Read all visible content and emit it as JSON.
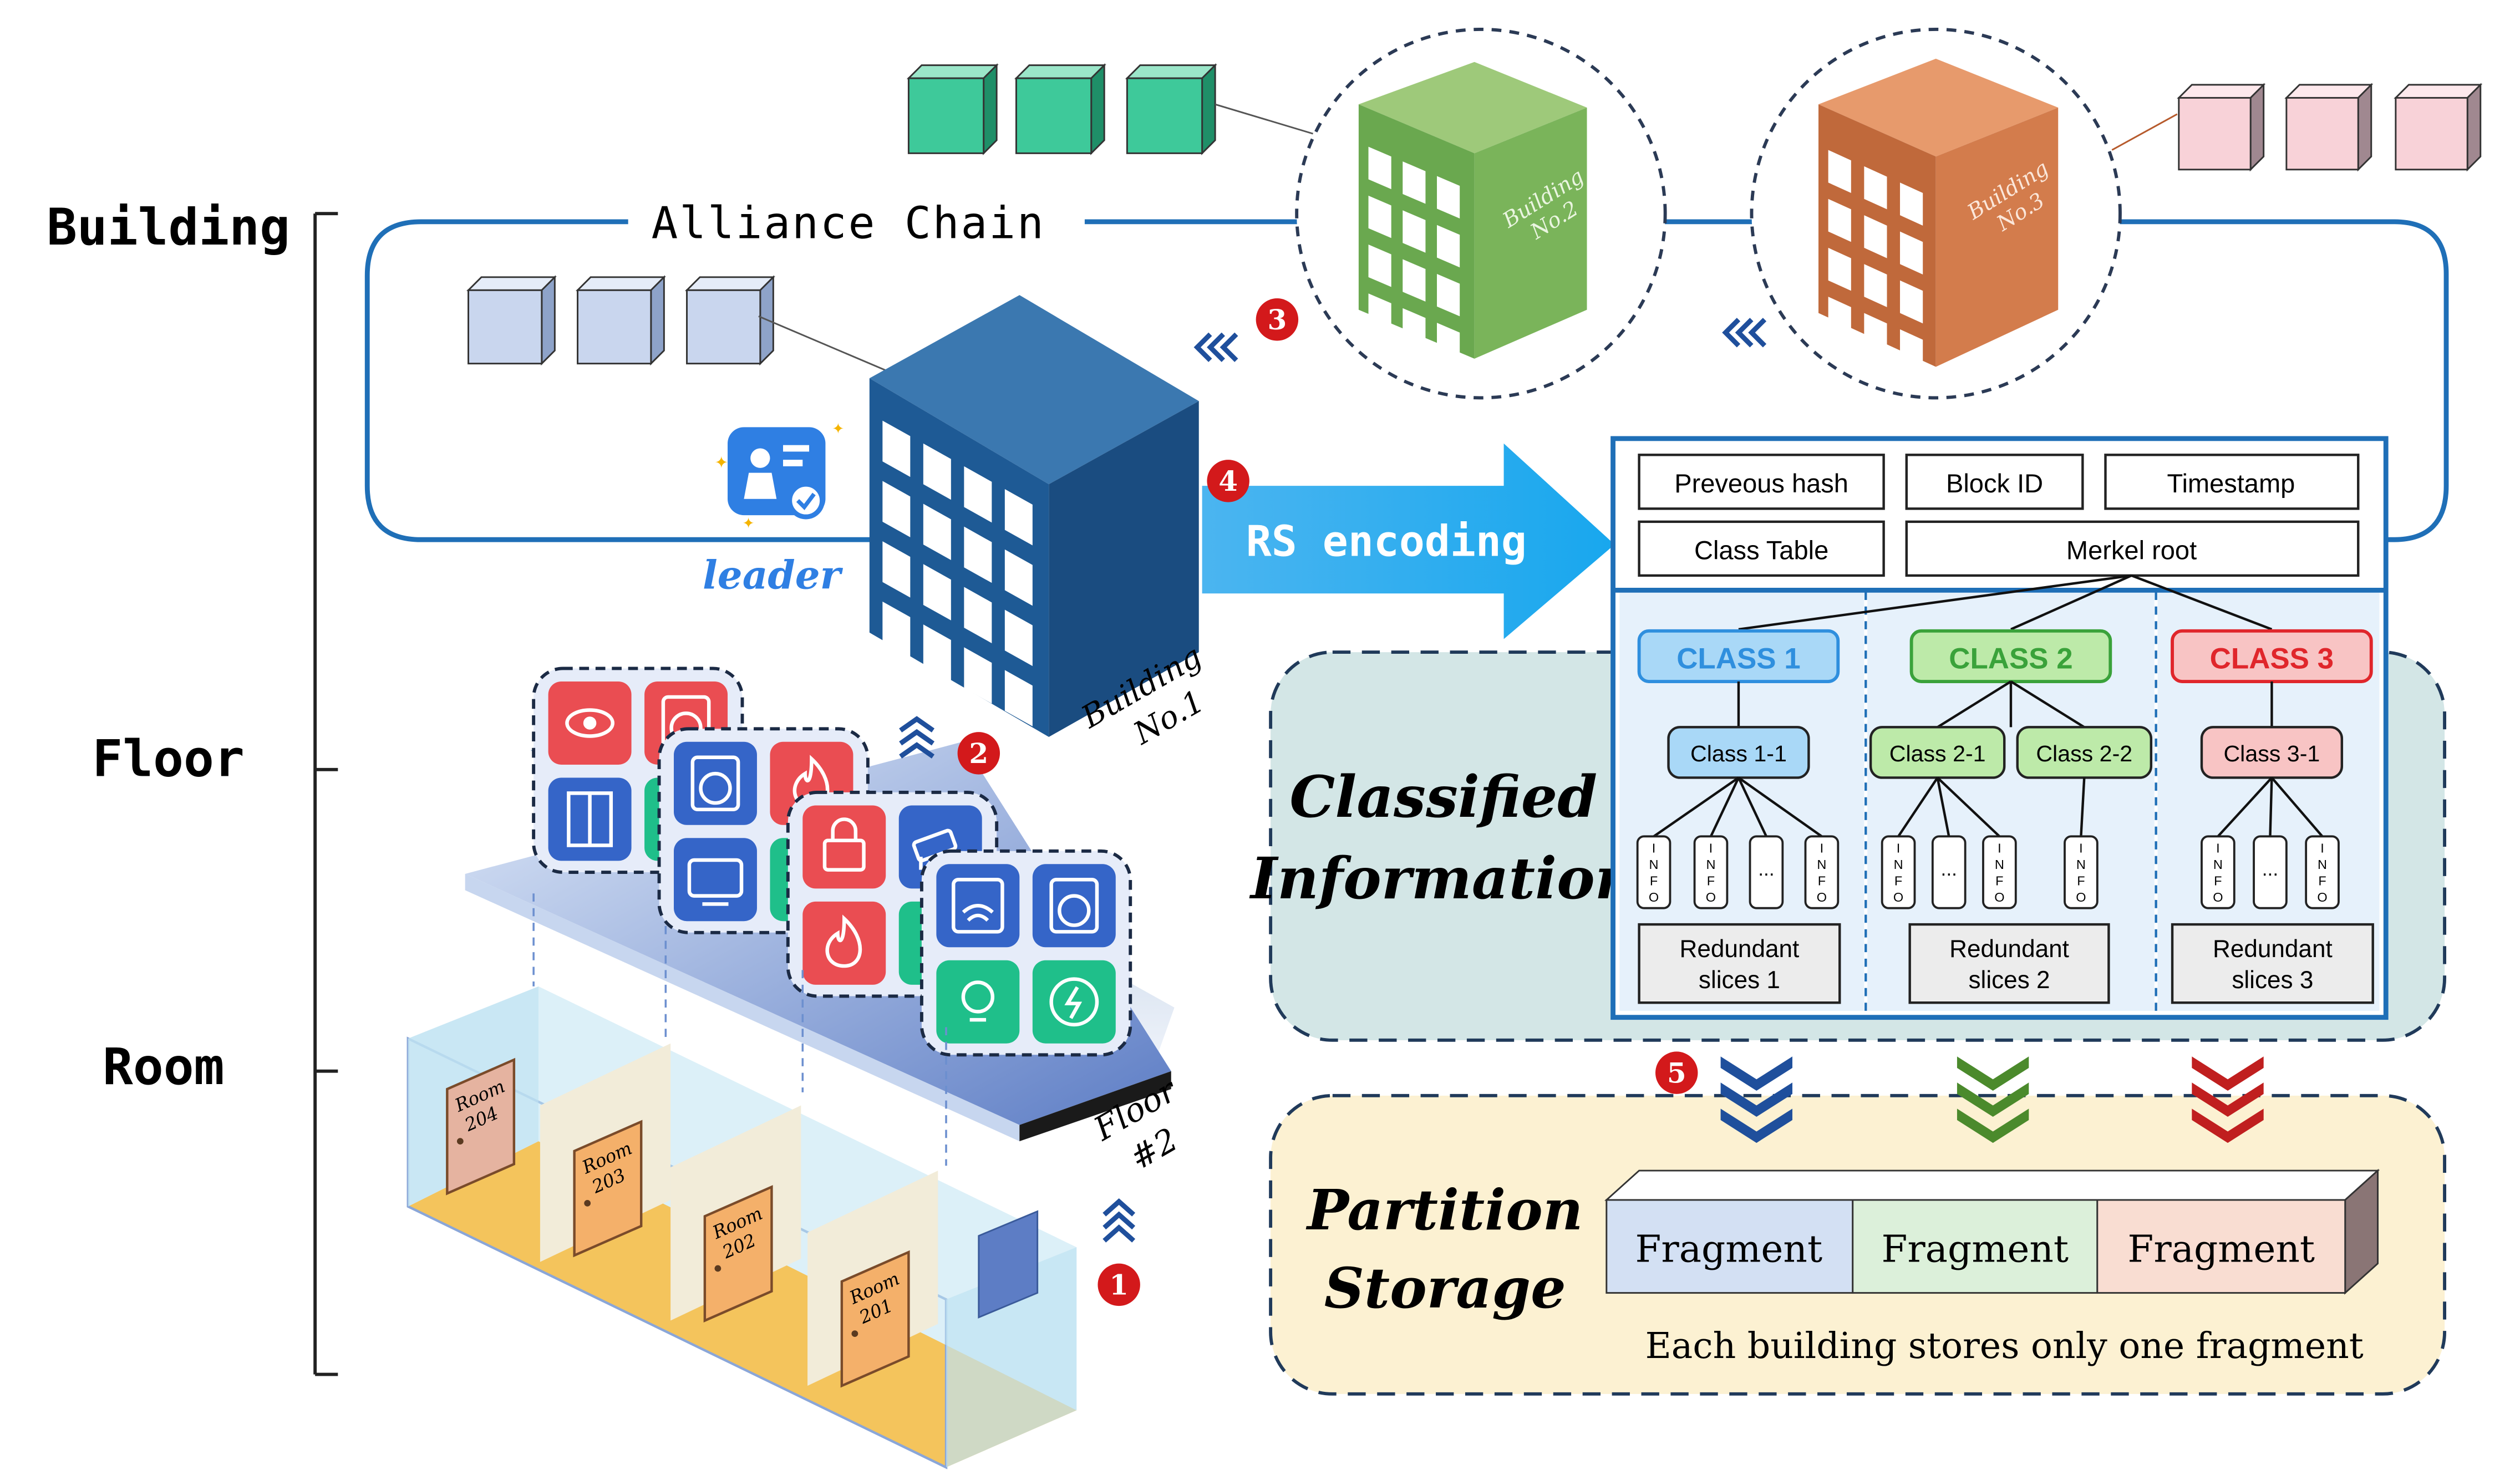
{
  "levels": {
    "building": "Building",
    "floor": "Floor",
    "room": "Room"
  },
  "alliance_chain": "Alliance Chain",
  "leader": "leader",
  "rs_encoding": "RS encoding",
  "buildings": {
    "b1": [
      "Building",
      "No.1"
    ],
    "b2": [
      "Building",
      "No.2"
    ],
    "b3": [
      "Building",
      "No.3"
    ]
  },
  "floor_label": [
    "Floor",
    "#2"
  ],
  "rooms": [
    [
      "Room",
      "204"
    ],
    [
      "Room",
      "203"
    ],
    [
      "Room",
      "202"
    ],
    [
      "Room",
      "201"
    ]
  ],
  "steps": [
    "1",
    "2",
    "3",
    "4",
    "5"
  ],
  "block_header": {
    "prev_hash": "Preveous hash",
    "block_id": "Block ID",
    "timestamp": "Timestamp",
    "class_table": "Class Table",
    "merkel_root": "Merkel root"
  },
  "classes": [
    {
      "name": "CLASS 1",
      "subs": [
        "Class 1-1"
      ],
      "redundant": [
        "Redundant",
        "slices 1"
      ],
      "color": "#2f8fde"
    },
    {
      "name": "CLASS 2",
      "subs": [
        "Class 2-1",
        "Class 2-2"
      ],
      "redundant": [
        "Redundant",
        "slices 2"
      ],
      "color": "#3aa23a"
    },
    {
      "name": "CLASS 3",
      "subs": [
        "Class 3-1"
      ],
      "redundant": [
        "Redundant",
        "slices 3"
      ],
      "color": "#e0262b"
    }
  ],
  "info_label": [
    "I",
    "N",
    "F",
    "O"
  ],
  "ellipsis": "...",
  "classified_info": [
    "Classified",
    "Information"
  ],
  "partition_storage": [
    "Partition",
    "Storage"
  ],
  "fragments": [
    "Fragment",
    "Fragment",
    "Fragment"
  ],
  "storage_note": "Each building stores only one fragment",
  "icons": [
    "eye-scan-icon",
    "washer-icon",
    "door-icon",
    "fire-icon",
    "tv-icon",
    "lock-icon",
    "camera-icon",
    "thermostat-icon",
    "light-bulb-icon",
    "power-icon"
  ]
}
